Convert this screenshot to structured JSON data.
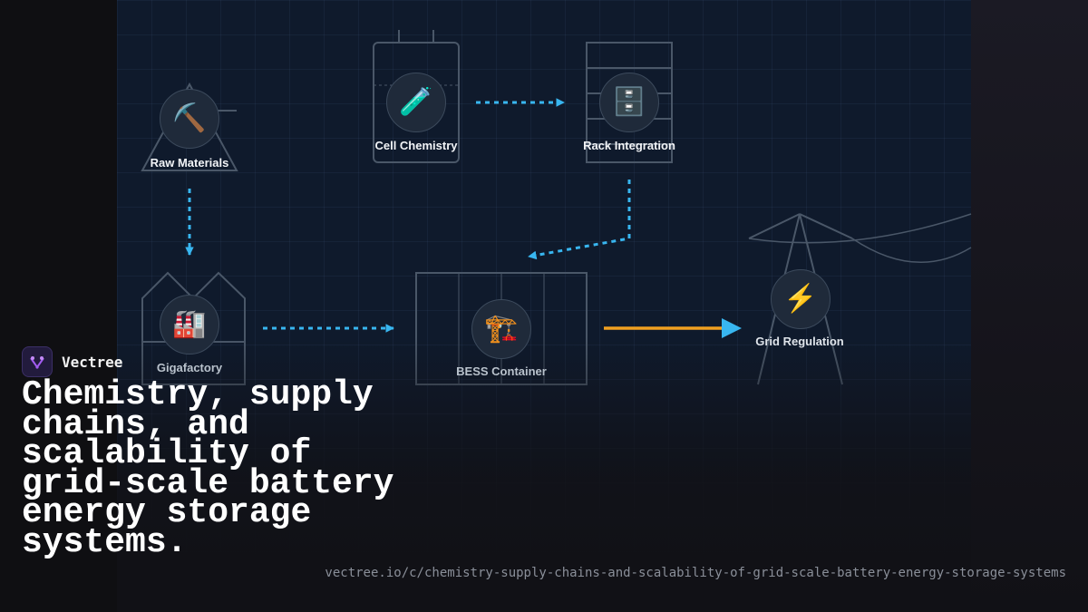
{
  "brand": {
    "name": "Vectree",
    "logo_icon": "vectree-logo-icon"
  },
  "headline": "Chemistry, supply chains, and scalability of grid-scale battery energy storage systems.",
  "footer": {
    "url": "vectree.io/c/chemistry-supply-chains-and-scalability-of-grid-scale-battery-energy-storage-systems"
  },
  "diagram": {
    "nodes": [
      {
        "id": "raw-materials",
        "label": "Raw Materials",
        "icon": "pickaxe-icon",
        "glyph": "⛏️"
      },
      {
        "id": "cell-chemistry",
        "label": "Cell Chemistry",
        "icon": "test-tube-icon",
        "glyph": "🧪"
      },
      {
        "id": "rack-integration",
        "label": "Rack Integration",
        "icon": "file-cabinet-icon",
        "glyph": "🗄️"
      },
      {
        "id": "gigafactory",
        "label": "Gigafactory",
        "icon": "factory-icon",
        "glyph": "🏭"
      },
      {
        "id": "bess-container",
        "label": "BESS Container",
        "icon": "construction-crane-icon",
        "glyph": "🏗️"
      },
      {
        "id": "grid-regulation",
        "label": "Grid Regulation",
        "icon": "lightning-icon",
        "glyph": "⚡"
      }
    ],
    "edges": [
      {
        "from": "cell-chemistry",
        "to": "rack-integration",
        "style": "dashed"
      },
      {
        "from": "raw-materials",
        "to": "gigafactory",
        "style": "dashed"
      },
      {
        "from": "rack-integration",
        "to": "bess-container",
        "style": "dashed"
      },
      {
        "from": "gigafactory",
        "to": "bess-container",
        "style": "dashed"
      },
      {
        "from": "bess-container",
        "to": "grid-regulation",
        "style": "solid"
      }
    ],
    "colors": {
      "dashed_arrow": "#38b6f0",
      "solid_arrow": "#f0a020",
      "outline": "#4a5768"
    }
  }
}
